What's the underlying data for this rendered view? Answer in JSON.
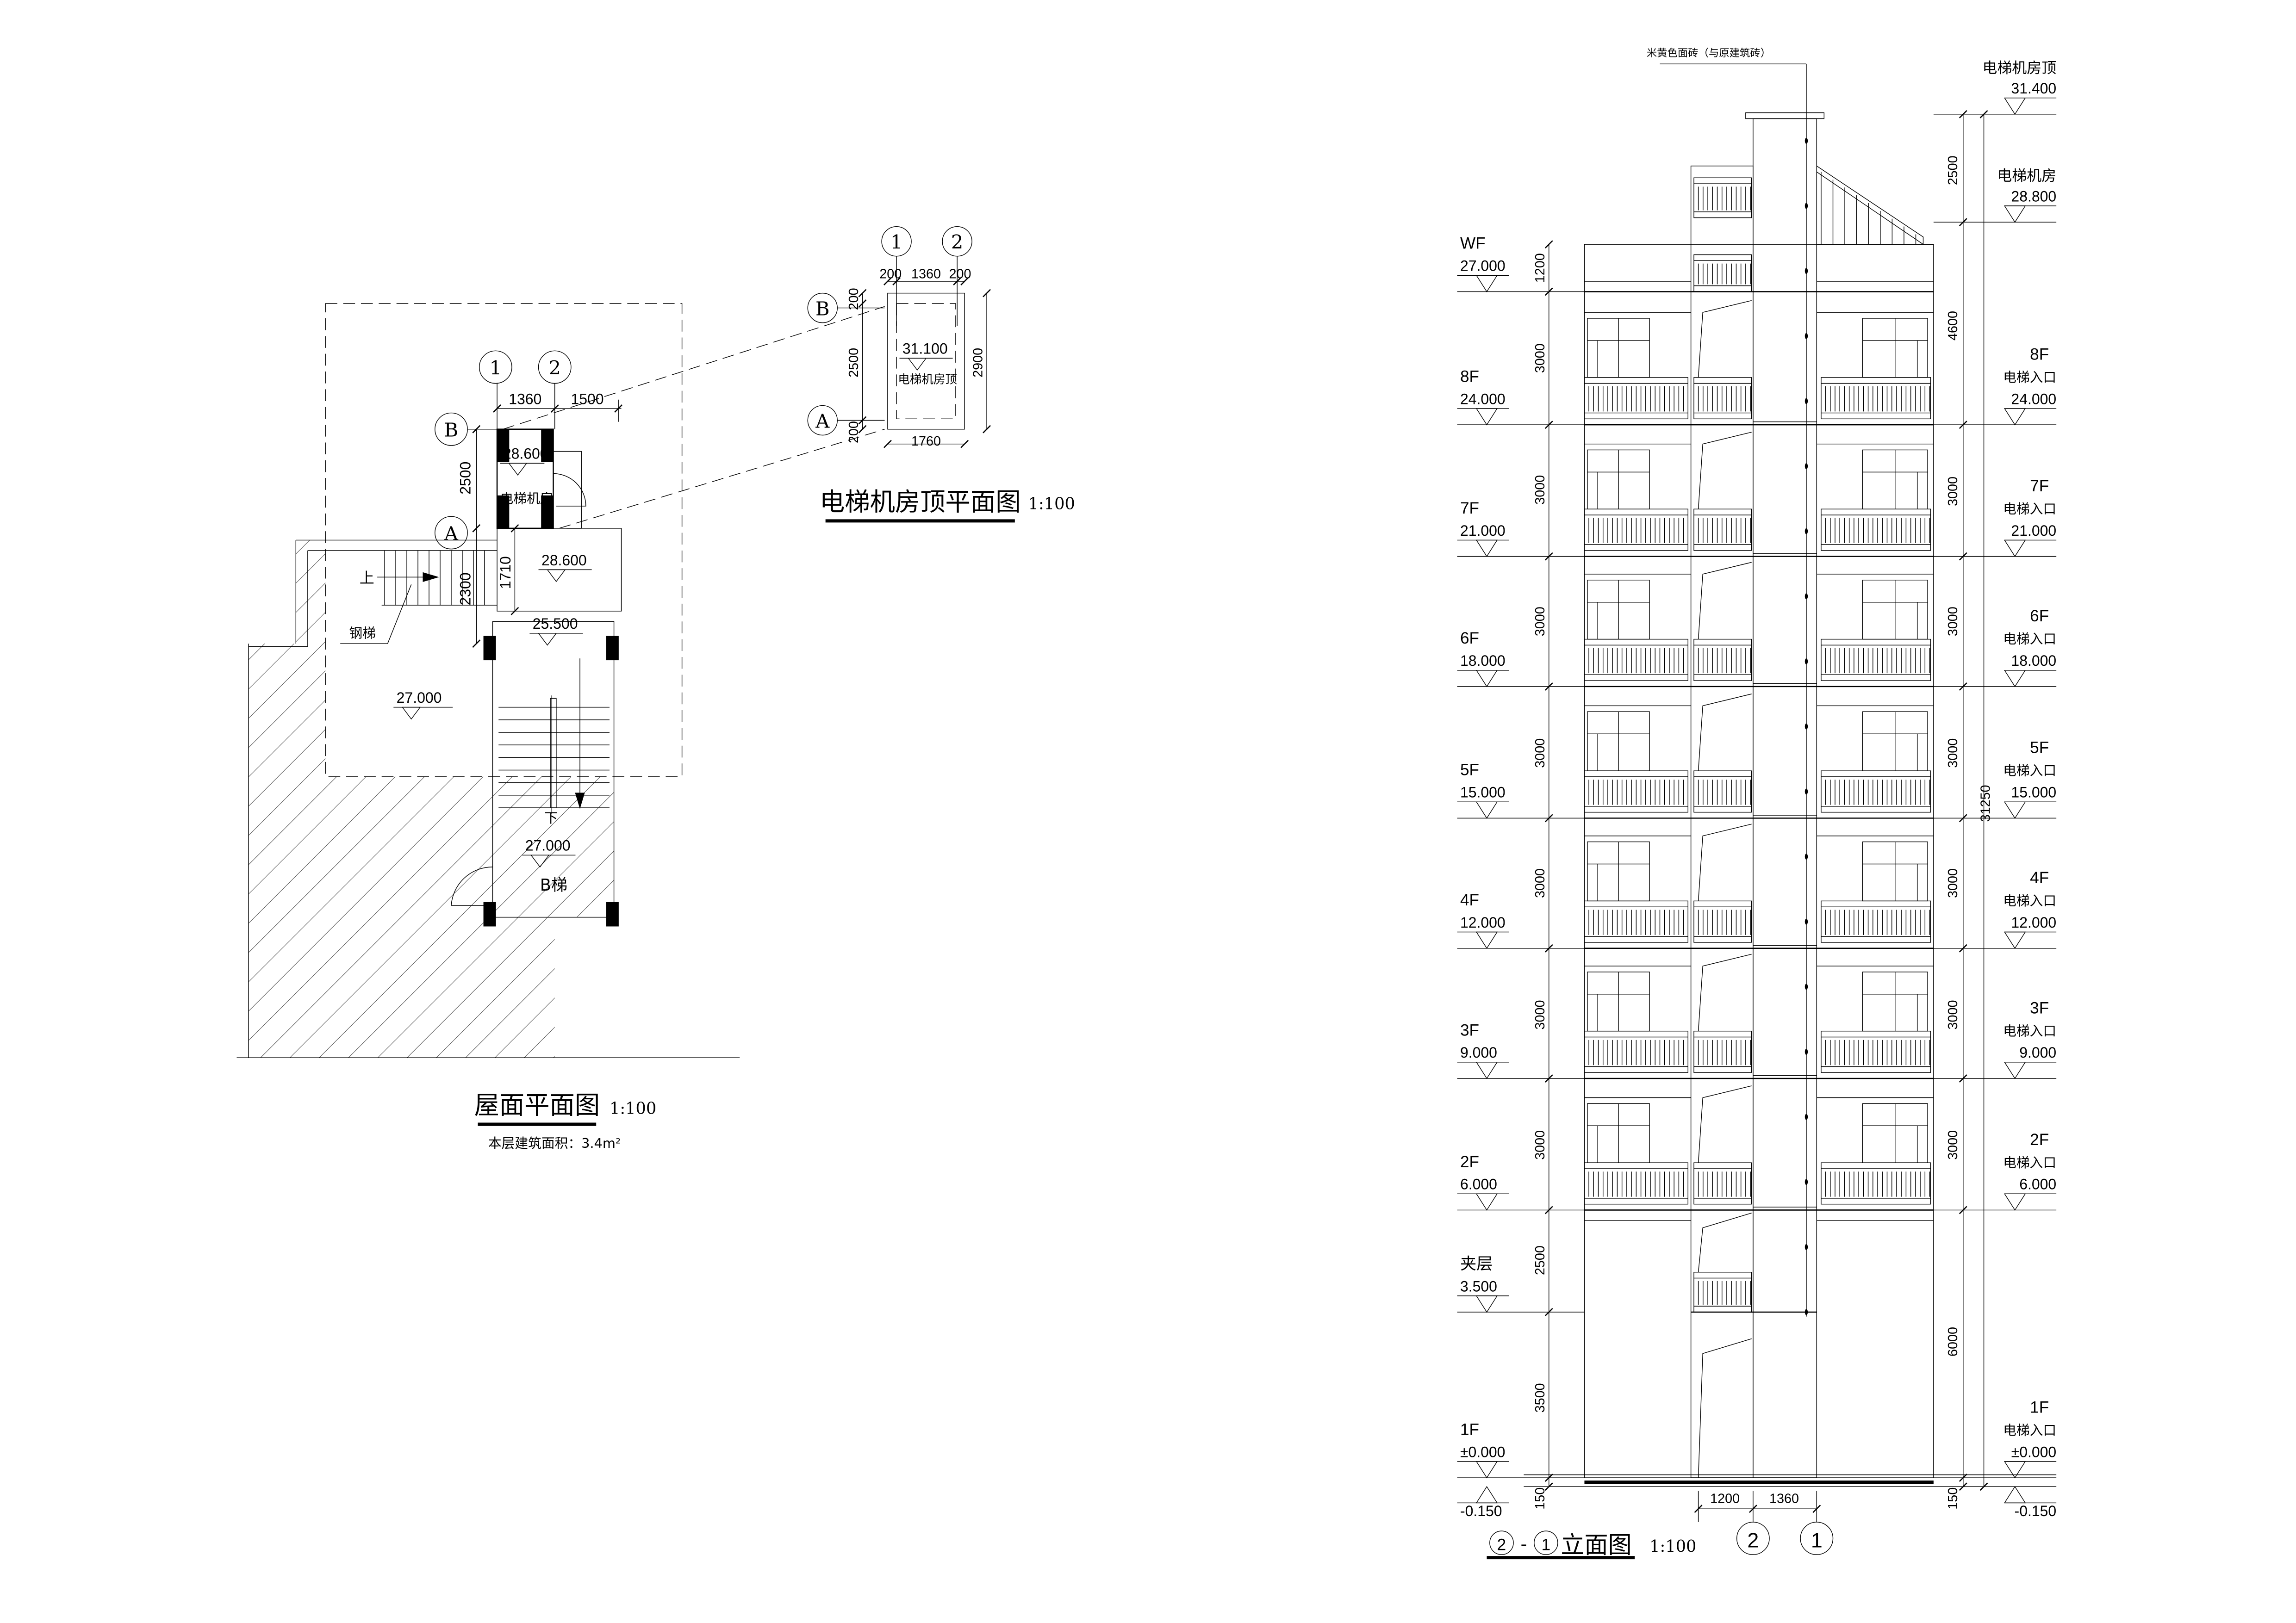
{
  "roof_plan": {
    "title": "屋面平面图",
    "scale": "1:100",
    "area_note": "本层建筑面积：3.4m²",
    "axes": {
      "a1": "1",
      "a2": "2",
      "b": "B",
      "a": "A"
    },
    "dims": {
      "d1360": "1360",
      "d1500": "1500",
      "d2500": "2500",
      "d2300": "2300",
      "d1710": "1710"
    },
    "levels": {
      "machine_room": "28.600",
      "landing": "28.600",
      "stair_top": "25.500",
      "roof": "27.000",
      "stair_b": "27.000"
    },
    "labels": {
      "machine_room": "电梯机房",
      "up": "上",
      "steel_stair": "钢梯",
      "down": "下",
      "stair_b": "B梯"
    }
  },
  "machine_roof_plan": {
    "title": "电梯机房顶平面图",
    "scale": "1:100",
    "axes": {
      "a1": "1",
      "a2": "2",
      "b": "B",
      "a": "A"
    },
    "dims": {
      "top_left": "200",
      "top_mid": "1360",
      "top_right": "200",
      "left_top": "200",
      "left_mid": "2500",
      "left_bottom": "200",
      "right": "2900",
      "bottom": "1760"
    },
    "level": "31.100",
    "label": "电梯机房顶"
  },
  "elevation": {
    "title_axis_left": "2",
    "title_dash": "-",
    "title_axis_right": "1",
    "title": "立面图",
    "scale": "1:100",
    "material_note": "米黄色面砖（与原建筑砖）",
    "left_levels": [
      {
        "name": "WF",
        "value": "27.000"
      },
      {
        "name": "8F",
        "value": "24.000"
      },
      {
        "name": "7F",
        "value": "21.000"
      },
      {
        "name": "6F",
        "value": "18.000"
      },
      {
        "name": "5F",
        "value": "15.000"
      },
      {
        "name": "4F",
        "value": "12.000"
      },
      {
        "name": "3F",
        "value": "9.000"
      },
      {
        "name": "2F",
        "value": "6.000"
      },
      {
        "name": "夹层",
        "value": "3.500"
      },
      {
        "name": "1F",
        "value": "±0.000"
      }
    ],
    "left_base": "-0.150",
    "right_top_levels": [
      {
        "name": "电梯机房顶",
        "value": "31.400"
      },
      {
        "name": "电梯机房",
        "value": "28.800"
      }
    ],
    "right_levels": [
      {
        "name": "8F",
        "sub": "电梯入口",
        "value": "24.000"
      },
      {
        "name": "7F",
        "sub": "电梯入口",
        "value": "21.000"
      },
      {
        "name": "6F",
        "sub": "电梯入口",
        "value": "18.000"
      },
      {
        "name": "5F",
        "sub": "电梯入口",
        "value": "15.000"
      },
      {
        "name": "4F",
        "sub": "电梯入口",
        "value": "12.000"
      },
      {
        "name": "3F",
        "sub": "电梯入口",
        "value": "9.000"
      },
      {
        "name": "2F",
        "sub": "电梯入口",
        "value": "6.000"
      },
      {
        "name": "1F",
        "sub": "电梯入口",
        "value": "±0.000"
      }
    ],
    "right_base": "-0.150",
    "left_dims": [
      "1200",
      "3000",
      "3000",
      "3000",
      "3000",
      "3000",
      "3000",
      "3000",
      "2500",
      "3500",
      "150"
    ],
    "right_dims": [
      "2500",
      "4600",
      "3000",
      "3000",
      "3000",
      "3000",
      "3000",
      "3000",
      "6000",
      "150"
    ],
    "overall_dim": "31250",
    "bottom_dims": [
      "1200",
      "1360"
    ],
    "bottom_axes": [
      "2",
      "1"
    ]
  }
}
